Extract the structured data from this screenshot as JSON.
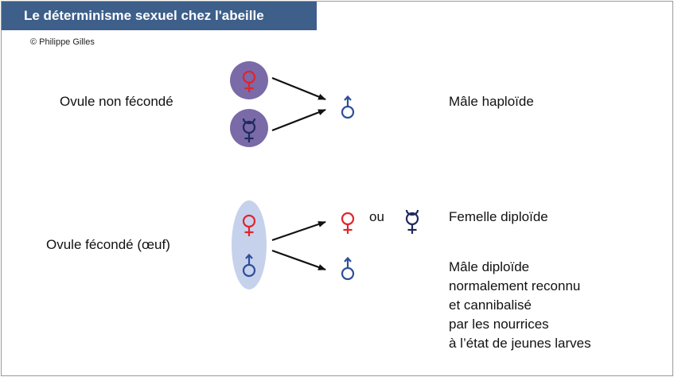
{
  "title": "Le déterminisme sexuel chez l'abeille",
  "credit": "© Philippe Gilles",
  "rows": {
    "unfertilized": {
      "label": "Ovule non fécondé",
      "result": "Mâle haploïde"
    },
    "fertilized": {
      "label": "Ovule fécondé (œuf)",
      "connector": "ou",
      "result_female": "Femelle diploïde",
      "result_male_lines": [
        "Mâle diploïde",
        "normalement reconnu",
        "et cannibalisé",
        "par les nourrices",
        "à l’état de jeunes larves"
      ]
    }
  },
  "colors": {
    "title_bg": "#3d5f8a",
    "female_red": "#e0242c",
    "male_blue": "#2e4e9a",
    "hermaphrodite_navy": "#1f2a5c",
    "circle_purple": "#7a6aa8",
    "ellipse_lightblue": "#c6d2ec"
  },
  "icons": [
    "female-symbol-icon",
    "male-symbol-icon",
    "hermaphrodite-symbol-icon",
    "arrow-icon"
  ]
}
